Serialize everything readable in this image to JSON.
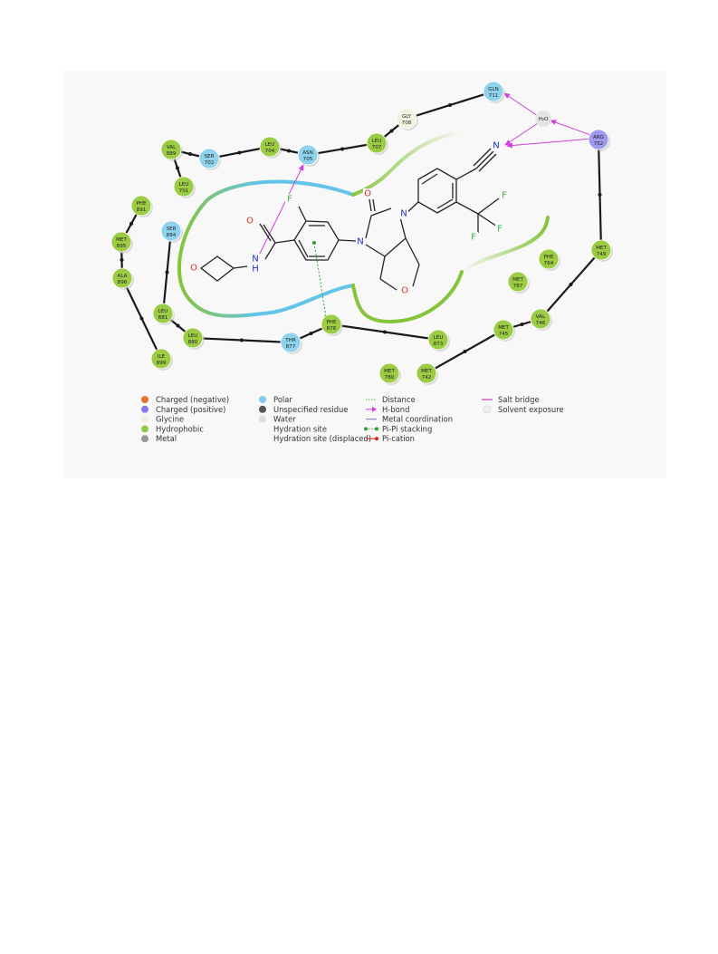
{
  "residues": [
    {
      "id": "gln711",
      "name": "GLN",
      "num": "711",
      "type": "polar"
    },
    {
      "id": "gly708",
      "name": "GLY",
      "num": "708",
      "type": "glycine"
    },
    {
      "id": "arg752",
      "name": "ARG",
      "num": "752",
      "type": "positive"
    },
    {
      "id": "leu707",
      "name": "LEU",
      "num": "707",
      "type": "hydrophobic"
    },
    {
      "id": "asn705",
      "name": "ASN",
      "num": "705",
      "type": "polar"
    },
    {
      "id": "leu704",
      "name": "LEU",
      "num": "704",
      "type": "hydrophobic"
    },
    {
      "id": "ser702",
      "name": "SER",
      "num": "702",
      "type": "polar"
    },
    {
      "id": "val889",
      "name": "VAL",
      "num": "889",
      "type": "hydrophobic"
    },
    {
      "id": "leu701",
      "name": "LEU",
      "num": "701",
      "type": "hydrophobic"
    },
    {
      "id": "phe891",
      "name": "PHE",
      "num": "891",
      "type": "hydrophobic"
    },
    {
      "id": "ser884",
      "name": "SER",
      "num": "884",
      "type": "polar"
    },
    {
      "id": "met895",
      "name": "MET",
      "num": "895",
      "type": "hydrophobic"
    },
    {
      "id": "ala896",
      "name": "ALA",
      "num": "896",
      "type": "hydrophobic"
    },
    {
      "id": "leu881",
      "name": "LEU",
      "num": "881",
      "type": "hydrophobic"
    },
    {
      "id": "ile899",
      "name": "ILE",
      "num": "899",
      "type": "hydrophobic"
    },
    {
      "id": "leu880",
      "name": "LEU",
      "num": "880",
      "type": "hydrophobic"
    },
    {
      "id": "thr877",
      "name": "THR",
      "num": "877",
      "type": "polar"
    },
    {
      "id": "phe876",
      "name": "PHE",
      "num": "876",
      "type": "hydrophobic"
    },
    {
      "id": "leu873",
      "name": "LEU",
      "num": "873",
      "type": "hydrophobic"
    },
    {
      "id": "met749",
      "name": "MET",
      "num": "749",
      "type": "hydrophobic"
    },
    {
      "id": "phe764",
      "name": "PHE",
      "num": "764",
      "type": "hydrophobic"
    },
    {
      "id": "met787",
      "name": "MET",
      "num": "787",
      "type": "hydrophobic"
    },
    {
      "id": "val746",
      "name": "VAL",
      "num": "746",
      "type": "hydrophobic"
    },
    {
      "id": "met745",
      "name": "MET",
      "num": "745",
      "type": "hydrophobic"
    },
    {
      "id": "met780",
      "name": "MET",
      "num": "780",
      "type": "hydrophobic"
    },
    {
      "id": "met742",
      "name": "MET",
      "num": "742",
      "type": "hydrophobic"
    }
  ],
  "water": {
    "label": "H₂O"
  },
  "atoms": [
    {
      "id": "O1",
      "text": "O",
      "color": "#e03020"
    },
    {
      "id": "N1",
      "text": "N",
      "color": "#2030c8"
    },
    {
      "id": "H1",
      "text": "H",
      "color": "#2030c8"
    },
    {
      "id": "Ox",
      "text": "O",
      "color": "#e03020"
    },
    {
      "id": "F1",
      "text": "F",
      "color": "#40b040"
    },
    {
      "id": "O2",
      "text": "O",
      "color": "#e03020"
    },
    {
      "id": "N2",
      "text": "N",
      "color": "#2030c8"
    },
    {
      "id": "N3",
      "text": "N",
      "color": "#2030c8"
    },
    {
      "id": "O3",
      "text": "O",
      "color": "#e03020"
    },
    {
      "id": "Nn",
      "text": "N",
      "color": "#2030c8"
    },
    {
      "id": "Fa",
      "text": "F",
      "color": "#40b040"
    },
    {
      "id": "Fb",
      "text": "F",
      "color": "#40b040"
    },
    {
      "id": "Fc",
      "text": "F",
      "color": "#40b040"
    }
  ],
  "legend": [
    {
      "col": 0,
      "row": 0,
      "marker": "dot",
      "color": "#e87030",
      "label": "Charged (negative)"
    },
    {
      "col": 0,
      "row": 1,
      "marker": "dot",
      "color": "#8878e8",
      "label": "Charged (positive)"
    },
    {
      "col": 0,
      "row": 2,
      "marker": "dot",
      "color": "#f0f0e0",
      "label": "Glycine"
    },
    {
      "col": 0,
      "row": 3,
      "marker": "dot",
      "color": "#90cc40",
      "label": "Hydrophobic"
    },
    {
      "col": 0,
      "row": 4,
      "marker": "dot",
      "color": "#999999",
      "label": "Metal"
    },
    {
      "col": 1,
      "row": 0,
      "marker": "dot",
      "color": "#80ccee",
      "label": "Polar"
    },
    {
      "col": 1,
      "row": 1,
      "marker": "dot",
      "color": "#555555",
      "label": "Unspecified residue"
    },
    {
      "col": 1,
      "row": 2,
      "marker": "dot",
      "color": "#dddddd",
      "label": "Water"
    },
    {
      "col": 1,
      "row": 3,
      "marker": "none",
      "color": "",
      "label": "Hydration site"
    },
    {
      "col": 1,
      "row": 4,
      "marker": "none",
      "color": "",
      "label": "Hydration site (displaced)"
    },
    {
      "col": 2,
      "row": 0,
      "marker": "dotted-line",
      "color": "#40b040",
      "label": "Distance"
    },
    {
      "col": 2,
      "row": 1,
      "marker": "arrow",
      "color": "#d040e0",
      "label": "H-bond"
    },
    {
      "col": 2,
      "row": 2,
      "marker": "line",
      "color": "#8888cc",
      "label": "Metal coordination"
    },
    {
      "col": 2,
      "row": 3,
      "marker": "dotted-dots",
      "color": "#30a030",
      "label": "Pi-Pi stacking"
    },
    {
      "col": 2,
      "row": 4,
      "marker": "line-dot",
      "color": "#e02020",
      "label": "Pi-cation"
    },
    {
      "col": 3,
      "row": 0,
      "marker": "line",
      "color": "#c040c0",
      "label": "Salt bridge"
    },
    {
      "col": 3,
      "row": 1,
      "marker": "ring",
      "color": "#cccccc",
      "label": "Solvent exposure"
    }
  ],
  "colors": {
    "hydrophobic": "#9ccc44",
    "polar": "#8fd2ee",
    "positive": "#9f9af0",
    "glycine": "#f2f2e0",
    "backbone": "#1a1a1a",
    "hbond": "#d040e0",
    "pocket_green": "#86c43a",
    "pocket_blue": "#62c4e8",
    "pipi": "#30a030"
  }
}
